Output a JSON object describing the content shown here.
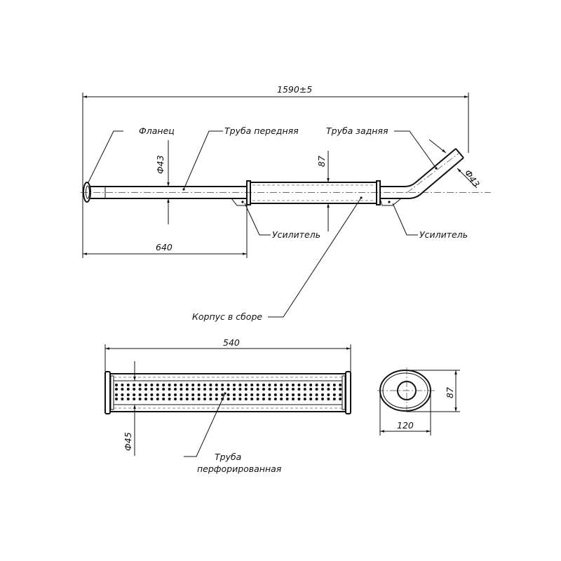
{
  "dimensions": {
    "overall_length": "1590±5",
    "front_pipe_diameter": "Ф43",
    "body_height": "87",
    "rear_pipe_diameter": "Ф43",
    "front_length": "640",
    "inner_length": "540",
    "perforated_diameter": "Ф45",
    "end_height": "87",
    "end_width": "120"
  },
  "labels": {
    "flange": "Фланец",
    "front_pipe": "Труба передняя",
    "rear_pipe": "Труба задняя",
    "reinforcement_left": "Усилитель",
    "reinforcement_right": "Усилитель",
    "body_assembly": "Корпус в сборе",
    "perforated_line1": "Труба",
    "perforated_line2": "перфорированная"
  }
}
